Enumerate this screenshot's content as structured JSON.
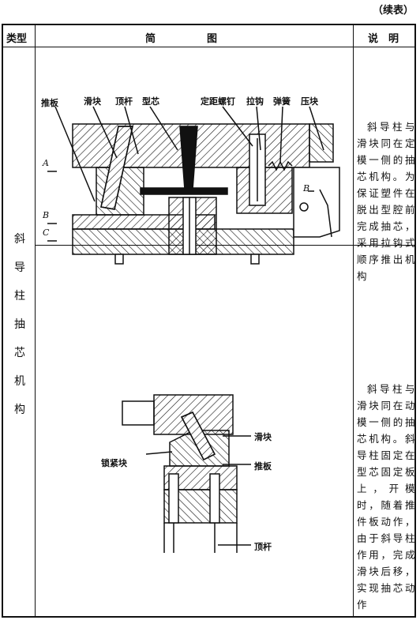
{
  "continued": "（续表）",
  "header": {
    "type": "类型",
    "diagram": "简　　　　　图",
    "desc": "说　明"
  },
  "type_chars": [
    "斜",
    "导",
    "柱",
    "抽",
    "芯",
    "机",
    "构"
  ],
  "row1": {
    "labels": {
      "push_plate": "推板",
      "slider": "滑块",
      "ejector_pin": "顶杆",
      "core": "型芯",
      "distance_screw": "定距螺钉",
      "hook": "拉钩",
      "spring": "弹簧",
      "press_block": "压块",
      "a": "A",
      "b": "B",
      "c": "C",
      "b2": "B"
    },
    "description": "斜导柱与滑块同在定模一侧的抽芯机构。为保证塑件在脱出型腔前完成抽芯，采用拉钩式顺序推出机构"
  },
  "row2": {
    "labels": {
      "slider": "滑块",
      "lock_block": "锁紧块",
      "push_plate": "推板",
      "ejector_pin": "顶杆"
    },
    "description": "斜导柱与滑块同在动模一侧的抽芯机构。斜导柱固定在型芯固定板上，开模时，随着推件板动作，由于斜导柱作用，完成滑块后移，实现抽芯动作"
  }
}
